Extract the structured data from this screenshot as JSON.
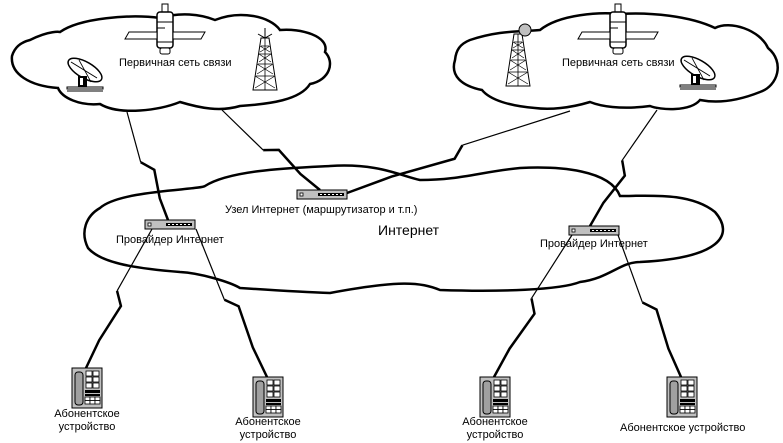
{
  "diagram": {
    "type": "network-topology",
    "colors": {
      "stroke": "#000000",
      "device_fill": "#c0c0c0",
      "background": "#ffffff"
    }
  },
  "clouds": {
    "primary_left": {
      "label": "Первичная сеть связи",
      "icons": [
        "satellite-icon",
        "satellite-dish-icon",
        "radio-tower-icon"
      ]
    },
    "primary_right": {
      "label": "Первичная сеть связи",
      "icons": [
        "satellite-icon",
        "satellite-dish-icon",
        "radio-tower-icon"
      ]
    },
    "internet": {
      "label": "Интернет"
    }
  },
  "nodes": {
    "internet_node": {
      "label": "Узел Интернет (маршрутизатор и т.п.)",
      "icon": "router-icon"
    },
    "provider_left": {
      "label": "Провайдер Интернет",
      "icon": "router-icon"
    },
    "provider_right": {
      "label": "Провайдер Интернет",
      "icon": "router-icon"
    },
    "subscriber_1": {
      "label_line1": "Абонентское",
      "label_line2": "устройство",
      "icon": "telephone-icon"
    },
    "subscriber_2": {
      "label_line1": "Абонентское",
      "label_line2": "устройство",
      "icon": "telephone-icon"
    },
    "subscriber_3": {
      "label_line1": "Абонентское",
      "label_line2": "устройство",
      "icon": "telephone-icon"
    },
    "subscriber_4": {
      "label": "Абонентское устройство",
      "icon": "telephone-icon"
    }
  },
  "links": [
    {
      "from": "primary_left",
      "to": "provider_left",
      "style": "lightning"
    },
    {
      "from": "primary_left",
      "to": "internet_node",
      "style": "lightning"
    },
    {
      "from": "primary_right",
      "to": "internet_node",
      "style": "lightning"
    },
    {
      "from": "primary_right",
      "to": "provider_right",
      "style": "lightning"
    },
    {
      "from": "provider_left",
      "to": "subscriber_1",
      "style": "lightning"
    },
    {
      "from": "provider_left",
      "to": "subscriber_2",
      "style": "lightning"
    },
    {
      "from": "provider_right",
      "to": "subscriber_3",
      "style": "lightning"
    },
    {
      "from": "provider_right",
      "to": "subscriber_4",
      "style": "lightning"
    }
  ]
}
